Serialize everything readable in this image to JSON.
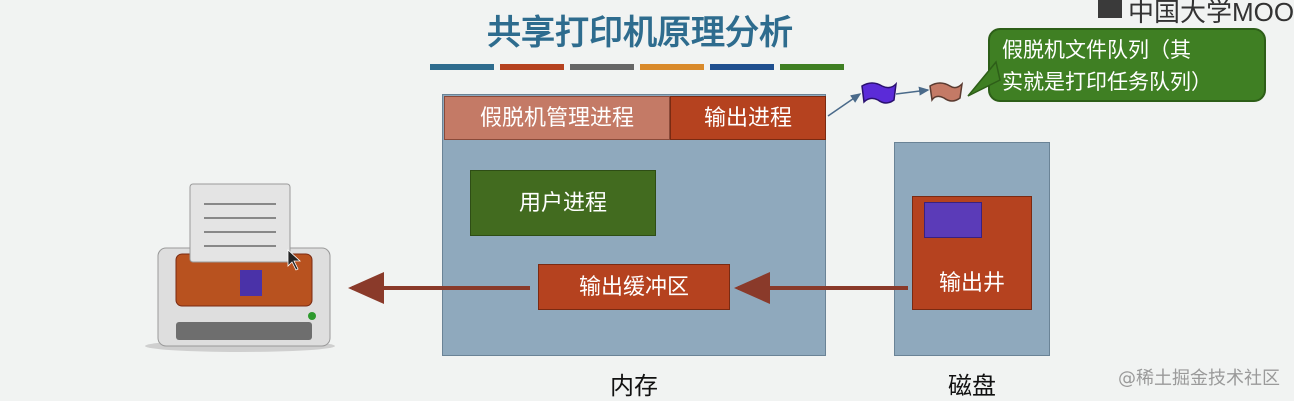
{
  "title": "共享打印机原理分析",
  "brand": "中国大学MOOC",
  "watermark": "@稀土掘金技术社区",
  "callout": {
    "line1": "假脱机文件队列（其",
    "line2": "实就是打印任务队列）"
  },
  "memory": {
    "label": "内存",
    "spool_process": "假脱机管理进程",
    "output_process": "输出进程",
    "user_process": "用户进程",
    "output_buffer": "输出缓冲区"
  },
  "disk": {
    "label": "磁盘",
    "output_well": "输出井"
  },
  "colors": {
    "title": "#2e6c8e",
    "title_stripes": [
      "#2e6c8e",
      "#b5421f",
      "#666666",
      "#d98a2b",
      "#1f4f8f",
      "#3f7f23"
    ],
    "box_blue": "#8fa9bd",
    "red_process": "#b5421f",
    "light_red_process": "#c47a66",
    "green_process": "#426b1f",
    "task_purple": "#5b3bb8",
    "callout_green": "#3f7f23"
  },
  "icons": [
    "printer-icon",
    "print-task-icon",
    "arrow-icon"
  ]
}
